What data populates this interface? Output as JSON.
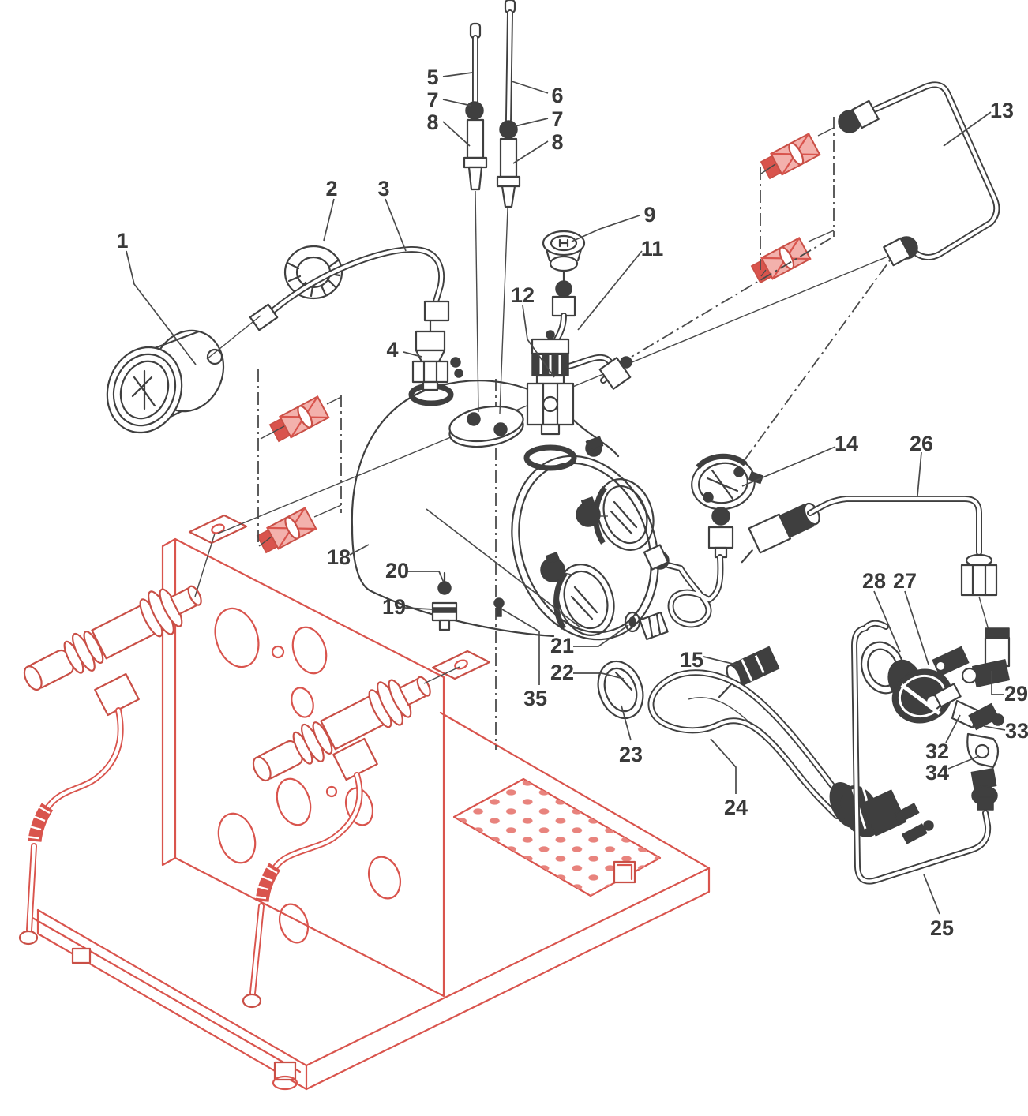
{
  "diagram": {
    "kind": "exploded-parts-diagram",
    "colors": {
      "ink": "#3f3f3f",
      "accent_red": "#d9544d",
      "accent_red_light": "#f3b1ac",
      "background": "#ffffff"
    }
  },
  "labels": [
    {
      "text": "1"
    },
    {
      "text": "2"
    },
    {
      "text": "3"
    },
    {
      "text": "4"
    },
    {
      "text": "5"
    },
    {
      "text": "7"
    },
    {
      "text": "8"
    },
    {
      "text": "6"
    },
    {
      "text": "7"
    },
    {
      "text": "8"
    },
    {
      "text": "9"
    },
    {
      "text": "11"
    },
    {
      "text": "12"
    },
    {
      "text": "13"
    },
    {
      "text": "14"
    },
    {
      "text": "26"
    },
    {
      "text": "18"
    },
    {
      "text": "20"
    },
    {
      "text": "19"
    },
    {
      "text": "21"
    },
    {
      "text": "22"
    },
    {
      "text": "35"
    },
    {
      "text": "15"
    },
    {
      "text": "23"
    },
    {
      "text": "24"
    },
    {
      "text": "28"
    },
    {
      "text": "27"
    },
    {
      "text": "29"
    },
    {
      "text": "33"
    },
    {
      "text": "32"
    },
    {
      "text": "34"
    },
    {
      "text": "25"
    }
  ]
}
